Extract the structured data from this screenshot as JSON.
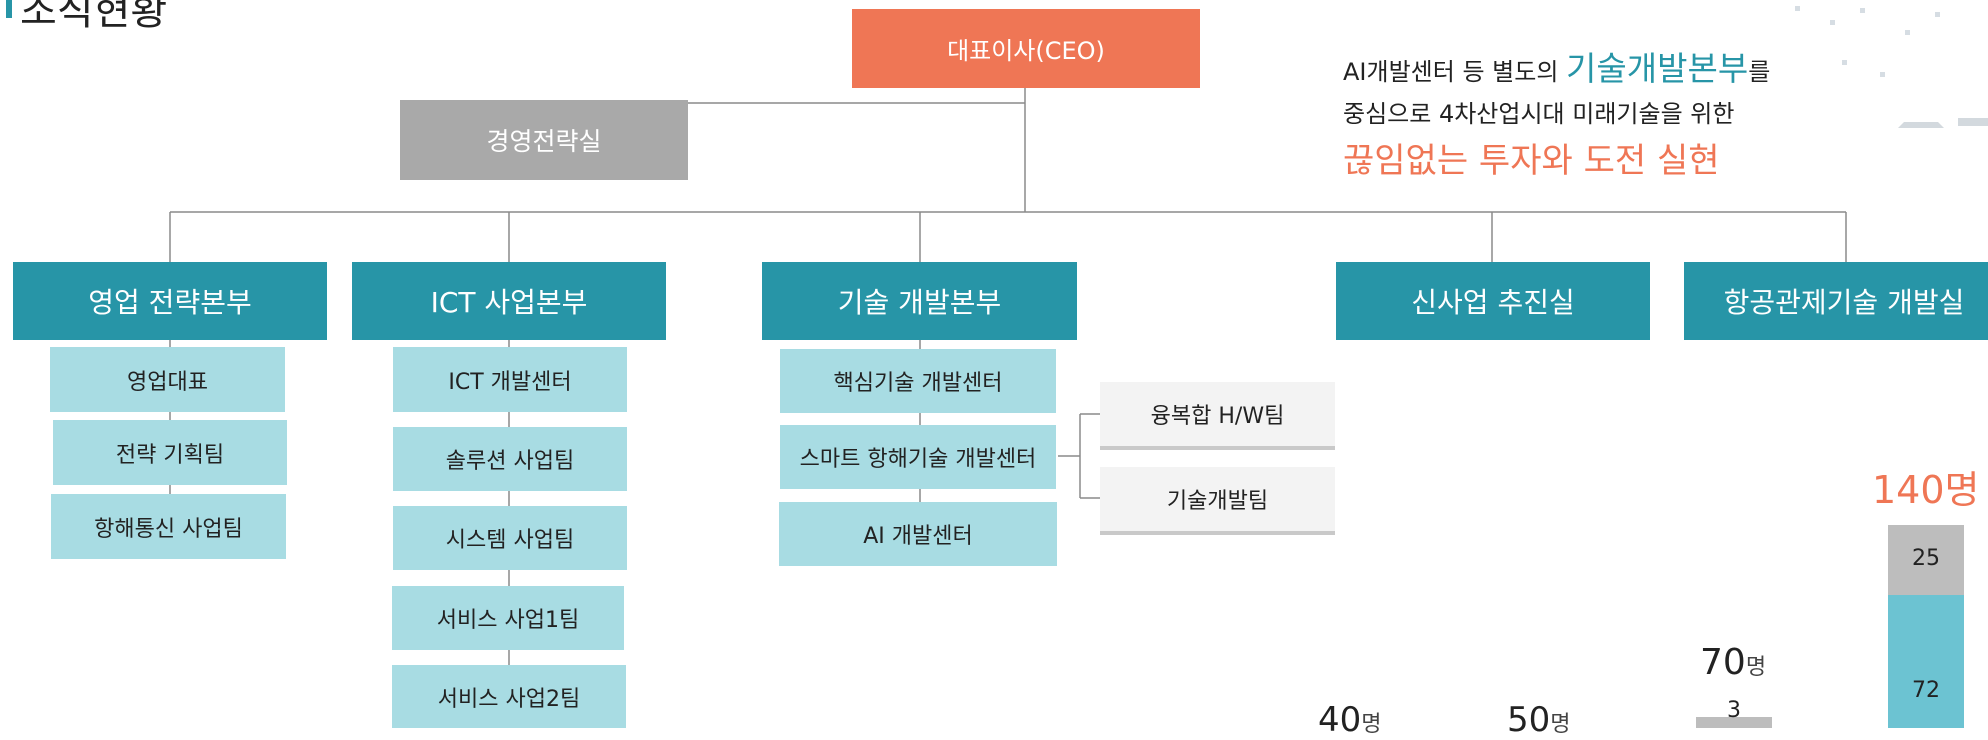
{
  "title": "조직현황",
  "ceo": "대표이사(CEO)",
  "staff_office": "경영전략실",
  "slogan": {
    "line1_pre": "AI개발센터 등 별도의 ",
    "line1_highlight": "기술개발본부",
    "line1_post": "를",
    "line2": "중심으로 4차산업시대 미래기술을 위한",
    "line3": "끊임없는 투자와 도전 실현"
  },
  "divisions": [
    {
      "name": "영업 전략본부",
      "teams": [
        "영업대표",
        "전략 기획팀",
        "항해통신 사업팀"
      ]
    },
    {
      "name": "ICT 사업본부",
      "teams": [
        "ICT 개발센터",
        "솔루션 사업팀",
        "시스템 사업팀",
        "서비스 사업1팀",
        "서비스 사업2팀"
      ]
    },
    {
      "name": "기술 개발본부",
      "teams": [
        "핵심기술 개발센터",
        "스마트 항해기술 개발센터",
        "AI 개발센터"
      ],
      "subteams": [
        "융복합 H/W팀",
        "기술개발팀"
      ]
    },
    {
      "name": "신사업 추진실",
      "teams": []
    },
    {
      "name": "항공관제기술 개발실",
      "teams": []
    }
  ],
  "chart_data": {
    "type": "bar",
    "unit": "명",
    "bars": [
      {
        "total": 40,
        "total_label": "40",
        "segments": []
      },
      {
        "total": 50,
        "total_label": "50",
        "segments": []
      },
      {
        "total": 70,
        "total_label": "70",
        "segments": [
          3
        ]
      },
      {
        "total": 140,
        "total_label": "140",
        "segments": [
          25,
          72
        ]
      }
    ]
  },
  "colors": {
    "accent_teal": "#2795a7",
    "accent_orange": "#ef7655",
    "team_fill": "#a8dce3",
    "gray_box": "#a9a9a9"
  }
}
